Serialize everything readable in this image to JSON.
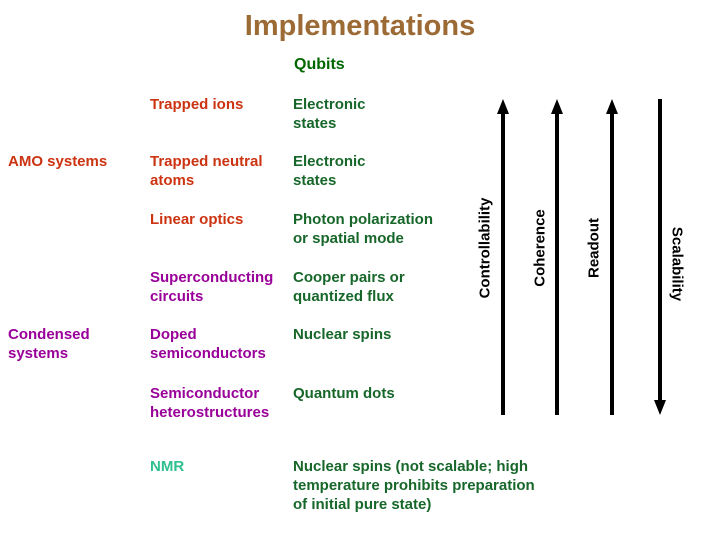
{
  "slide": {
    "title": "Implementations",
    "column_header": "Qubits"
  },
  "table": {
    "rows": [
      {
        "category": "",
        "implementation": "Trapped ions",
        "qubit": "Electronic\nstates"
      },
      {
        "category": "AMO systems",
        "implementation": "Trapped neutral\natoms",
        "qubit": "Electronic\nstates"
      },
      {
        "category": "",
        "implementation": "Linear optics",
        "qubit": "Photon polarization\nor spatial mode"
      },
      {
        "category": "",
        "implementation": "Superconducting\ncircuits",
        "qubit": "Cooper pairs or\nquantized flux"
      },
      {
        "category": "Condensed\nsystems",
        "implementation": "Doped\nsemiconductors",
        "qubit": "Nuclear spins"
      },
      {
        "category": "",
        "implementation": "Semiconductor\nheterostructures",
        "qubit": "Quantum dots"
      },
      {
        "category": "",
        "implementation": "NMR",
        "qubit": "Nuclear spins (not scalable; high\ntemperature prohibits preparation\nof initial pure state)"
      }
    ]
  },
  "axes": [
    {
      "label": "Controllability",
      "direction": "up"
    },
    {
      "label": "Coherence",
      "direction": "up"
    },
    {
      "label": "Readout",
      "direction": "up"
    },
    {
      "label": "Scalability",
      "direction": "down"
    }
  ],
  "colors": {
    "title_brown": "#9c6b35",
    "header_green": "#006600",
    "amo_red": "#cc3311",
    "condensed_purple": "#990099",
    "nmr_teal": "#2fc08e",
    "qubit_green": "#17672a",
    "arrow_black": "#000000"
  }
}
